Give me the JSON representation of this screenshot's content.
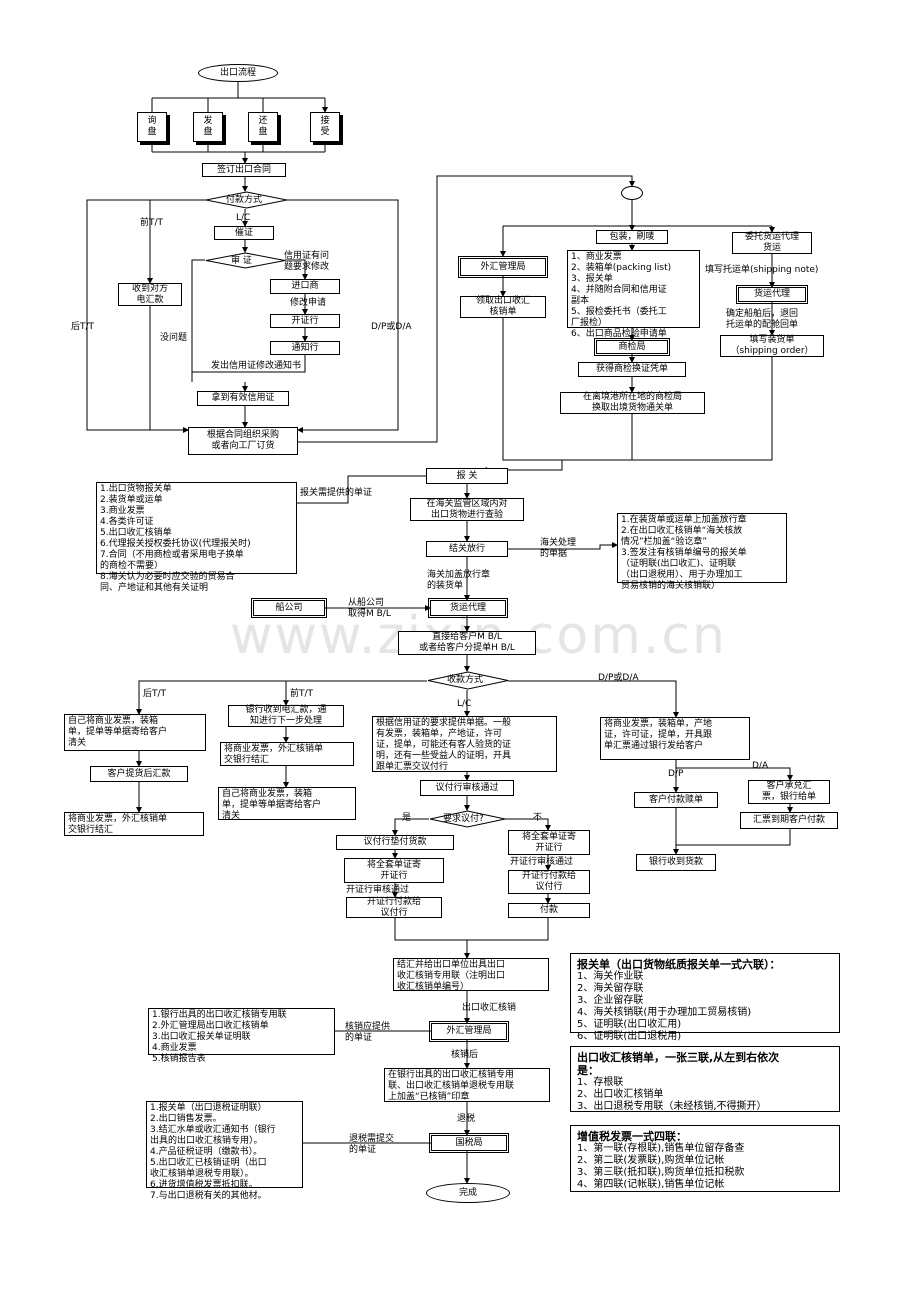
{
  "nodes": {
    "start": "出口流程",
    "xun": "询\n盘",
    "fa": "发\n盘",
    "huan": "还\n盘",
    "jie": "接\n受",
    "sign": "签订出口合同",
    "pay1": "付款方式",
    "cuizheng": "催证",
    "shenzheng": "审 证",
    "importer": "进口商",
    "kaizheng": "开证行",
    "tongzhi": "通知行",
    "receive_tt": "收到对方\n电汇款",
    "valid_lc": "拿到有效信用证",
    "purchase": "根据合同组织采购\n或者向工厂订货",
    "circle": "",
    "pack": "包装，刷唛",
    "forex1": "外汇管理局",
    "forex1_note": "领取出口收汇\n核销单",
    "docs_list": "1、商业发票\n2、装箱单(packing list)\n3、报关单\n4、并随附合同和信用证\n副本\n5、报检委托书（委托工\n厂报检）\n6、出口商品检验申请单",
    "inspect": "商检局",
    "cert": "获得商检换证凭单",
    "exchange": "在离境港所在地的商检局\n换取出境货物通关单",
    "consign": "委托货运代理\n货运",
    "forwarder1": "货运代理",
    "shipping_order": "填写装货单\n（shipping order）",
    "customs": "报  关",
    "customs_docs": "1.出口货物报关单\n2.装货单或运单\n3.商业发票\n4.各类许可证\n5.出口收汇核销单\n6.代理报关授权委托协议(代理报关时)\n7.合同（不用商检或者采用电子换单\n的商检不需要）\n8.海关认为必要时应交验的贸易合\n同、产地证和其他有关证明",
    "inspect_goods": "在海关监管区域内对\n出口货物进行查验",
    "release": "结关放行",
    "release_docs": "1.在装货单或运单上加盖放行章\n2.在出口收汇核销单“海关核放\n情况”栏加盖“验讫章”\n3.签发注有核销单编号的报关单\n（证明联(出口收汇)、证明联\n（出口退税用）、用于办理加工\n贸易核销的海关核销联）",
    "ship_co": "船公司",
    "forwarder2": "货运代理",
    "bl": "直接给客户M B/L\n或者给客户分提单H B/L",
    "pay2": "收款方式",
    "tt_left1": "自己将商业发票，装箱\n单，提单等单据寄给客户\n清关",
    "tt_left2": "客户提货后汇款",
    "tt_left3": "将商业发票，外汇核销单\n交银行结汇",
    "tt_mid1": "银行收到电汇款，通\n知进行下一步处理",
    "tt_mid2": "将商业发票，外汇核销单\n交银行结汇",
    "tt_mid3": "自己将商业发票，装箱\n单，提单等单据寄给客户\n清关",
    "lc_docs": "根据信用证的要求提供单据。一般\n有发票，装箱单，产地证，许可\n证，提单，可能还有客人验货的证\n明，还有一些受益人的证明，开具\n跟单汇票交议付行",
    "negotiate": "议付行审核通过",
    "need_neg": "要求议付?",
    "neg_pay": "议付行垫付货款",
    "send_issuing_l": "将全套单证寄\n开证行",
    "neg_reimburse": "开证行付款给\n议付行",
    "send_issuing_r": "将全套单证寄\n开证行",
    "issuing_pay": "开证行付款给\n议付行",
    "payment": "付款",
    "dpda_docs": "将商业发票，装箱单，产地\n证，许可证，提单，开具跟\n单汇票通过银行发给客户",
    "dp_pay": "客户付款赎单",
    "da_accept": "客户承兑汇\n票，银行给单",
    "da_due": "汇票到期客户付款",
    "bank_recv": "银行收到货款",
    "settle": "结汇并给出口单位出具出口\n收汇核销专用联（注明出口\n收汇核销单编号）",
    "verify_docs": "1.银行出具的出口收汇核销专用联\n2.外汇管理局出口收汇核销单\n3.出口收汇报关单证明联\n4.商业发票\n5.核销报告表",
    "forex2": "外汇管理局",
    "stamp": "在银行出具的出口收汇核销专用\n联、出口收汇核销单退税专用联\n上加盖“已核销”印章",
    "tax_docs": "1.报关单（出口退税证明联）\n2.出口销售发票。\n3.结汇水单或收汇通知书（银行\n出具的出口收汇核销专用）。\n4.产品征税证明（缴款书）。\n5.出口收汇已核销证明（出口\n收汇核销单退税专用联）。\n6.进货增值税发票抵扣联。\n7.与出口退税有关的其他材。",
    "tax_bureau": "国税局",
    "done": "完成"
  },
  "labels": {
    "qian_tt": "前T/T",
    "hou_tt": "后T/T",
    "lc1": "L/C",
    "problem": "信用证有问\n题要求修改",
    "no_problem": "没问题",
    "amend_req": "修改申请",
    "amend_notice": "发出信用证修改通知书",
    "dpda1": "D/P或D/A",
    "fill_note": "填写托运单(shipping note)",
    "confirm_ship": "确定船舶后，退回\n托运单的配舱回单",
    "customs_need": "报关需提供的单证",
    "customs_release_docs": "海关处理\n的单据",
    "stamped_docs": "海关加盖放行章\n的装货单",
    "get_mbl": "从船公司\n取得M B/L",
    "hou_tt2": "后T/T",
    "qian_tt2": "前T/T",
    "dpda2": "D/P或D/A",
    "lc2": "L/C",
    "yes": "是",
    "no": "不",
    "issuing_approve_l": "开证行审核通过",
    "issuing_approve_r": "开证行审核通过",
    "dp": "D/P",
    "da": "D/A",
    "verify_sheet": "出口收汇核销",
    "verify_need": "核销应提供\n的单证",
    "after_verify": "核销后",
    "refund": "退税",
    "refund_need": "退税需提交\n的单证"
  },
  "panels": {
    "p1": {
      "title": "报关单（出口货物纸质报关单一式六联）：",
      "items": "1、海关作业联\n2、海关留存联\n3、企业留存联\n4、海关核销联(用于办理加工贸易核销)\n5、证明联(出口收汇用)\n6、证明联(出口退税用)"
    },
    "p2": {
      "title": "出口收汇核销单，一张三联,从左到右依次\n是：",
      "items": "1、存根联\n2、出口收汇核销单\n3、出口退税专用联（未经核销,不得撕开）"
    },
    "p3": {
      "title": "增值税发票一式四联：",
      "items": "1、第一联(存根联),销售单位留存备查\n2、第二联(发票联),购货单位记帐\n3、第三联(抵扣联),购货单位抵扣税款\n4、第四联(记帐联),销售单位记帐"
    }
  },
  "watermark": "www.zixin.com.cn"
}
